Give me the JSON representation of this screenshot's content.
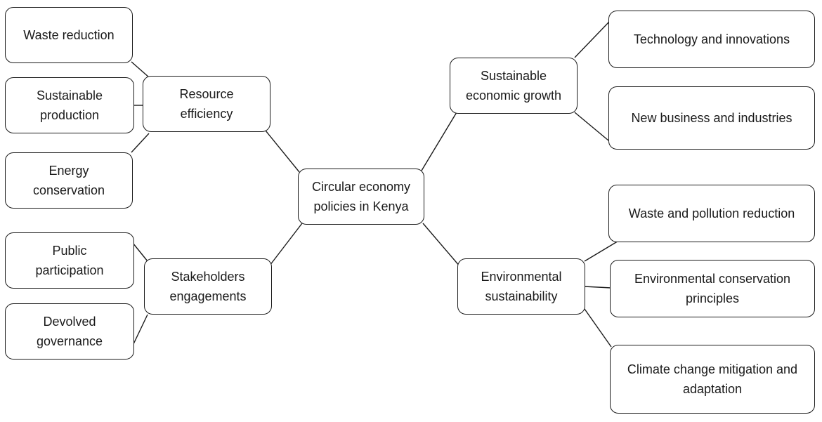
{
  "diagram": {
    "center": {
      "label": "Circular economy\npolicies in  Kenya"
    },
    "resource_efficiency": {
      "label": "Resource\nefficiency"
    },
    "waste_reduction": {
      "label": "Waste reduction"
    },
    "sustainable_production": {
      "label": "Sustainable\nproduction"
    },
    "energy_conservation": {
      "label": "Energy\nconservation"
    },
    "stakeholders_engagements": {
      "label": "Stakeholders\nengagements"
    },
    "public_participation": {
      "label": "Public\nparticipation"
    },
    "devolved_governance": {
      "label": "Devolved\ngovernance"
    },
    "sustainable_economic_growth": {
      "label": "Sustainable\neconomic growth"
    },
    "technology_innovations": {
      "label": "Technology and innovations"
    },
    "new_business_industries": {
      "label": "New business and industries"
    },
    "environmental_sustainability": {
      "label": "Environmental\nsustainability"
    },
    "waste_pollution_reduction": {
      "label": "Waste and pollution reduction"
    },
    "environmental_conservation_principles": {
      "label": "Environmental conservation\nprinciples"
    },
    "climate_change": {
      "label": "Climate change mitigation and\nadaptation"
    }
  }
}
